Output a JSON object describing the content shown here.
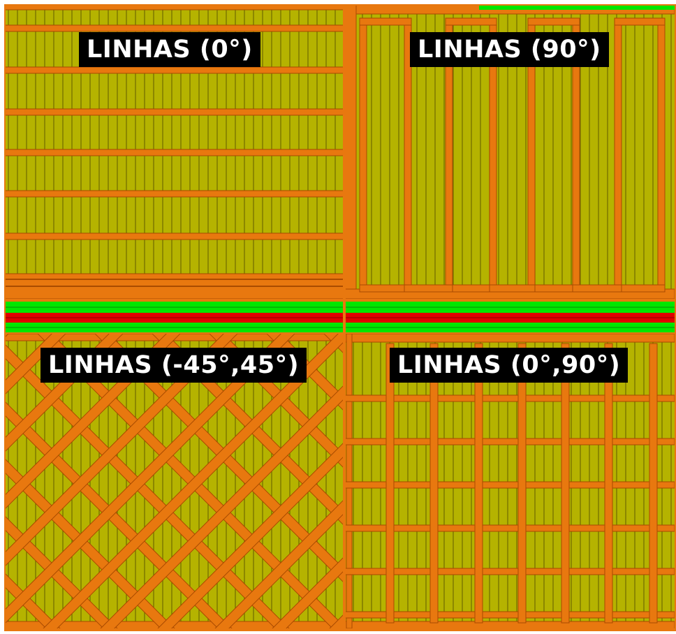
{
  "panels": [
    {
      "id": "p0",
      "label": "LINHAS (0°)",
      "pattern": "horizontal-lines"
    },
    {
      "id": "p90",
      "label": "LINHAS (90°)",
      "pattern": "vertical-serpentine"
    },
    {
      "id": "p45",
      "label": "LINHAS (-45°,45°)",
      "pattern": "diagonal-cross"
    },
    {
      "id": "p090",
      "label": "LINHAS (0°,90°)",
      "pattern": "rectilinear-grid"
    }
  ],
  "colors": {
    "infill": "#b5b300",
    "infill_hatch": "#6f6a00",
    "perimeter": "#e8780f",
    "perimeter_dark": "#a84a00",
    "travel_green": "#00e600",
    "travel_red": "#e00000",
    "background": "#ffffff"
  }
}
